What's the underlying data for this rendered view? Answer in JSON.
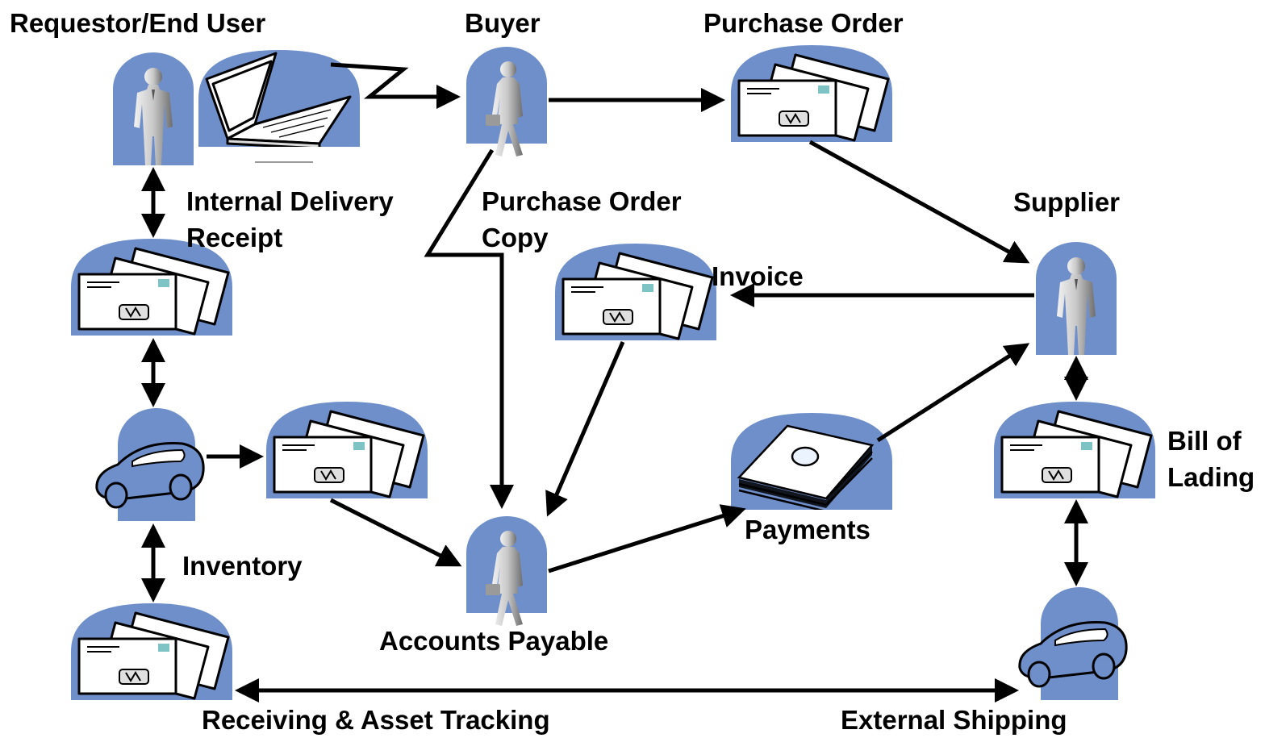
{
  "labels": {
    "requestor": "Requestor/End User",
    "buyer": "Buyer",
    "purchase_order": "Purchase Order",
    "internal_delivery_1": "Internal Delivery",
    "internal_delivery_2": "Receipt",
    "po_copy_1": "Purchase Order",
    "po_copy_2": "Copy",
    "supplier": "Supplier",
    "invoice": "Invoice",
    "bill_1": "Bill of",
    "bill_2": "Lading",
    "payments": "Payments",
    "inventory": "Inventory",
    "accounts_payable": "Accounts Payable",
    "receiving": "Receiving & Asset Tracking",
    "external_shipping": "External Shipping"
  },
  "colors": {
    "accent": "#6f8fcb",
    "figure_light": "#dcdcdc",
    "figure_dark": "#707070",
    "paper": "#ffffff",
    "ink": "#000000"
  },
  "icons": {
    "person": "person-icon",
    "laptop": "laptop-icon",
    "documents": "document-stack-icon",
    "car": "car-icon",
    "money": "money-stack-icon"
  }
}
